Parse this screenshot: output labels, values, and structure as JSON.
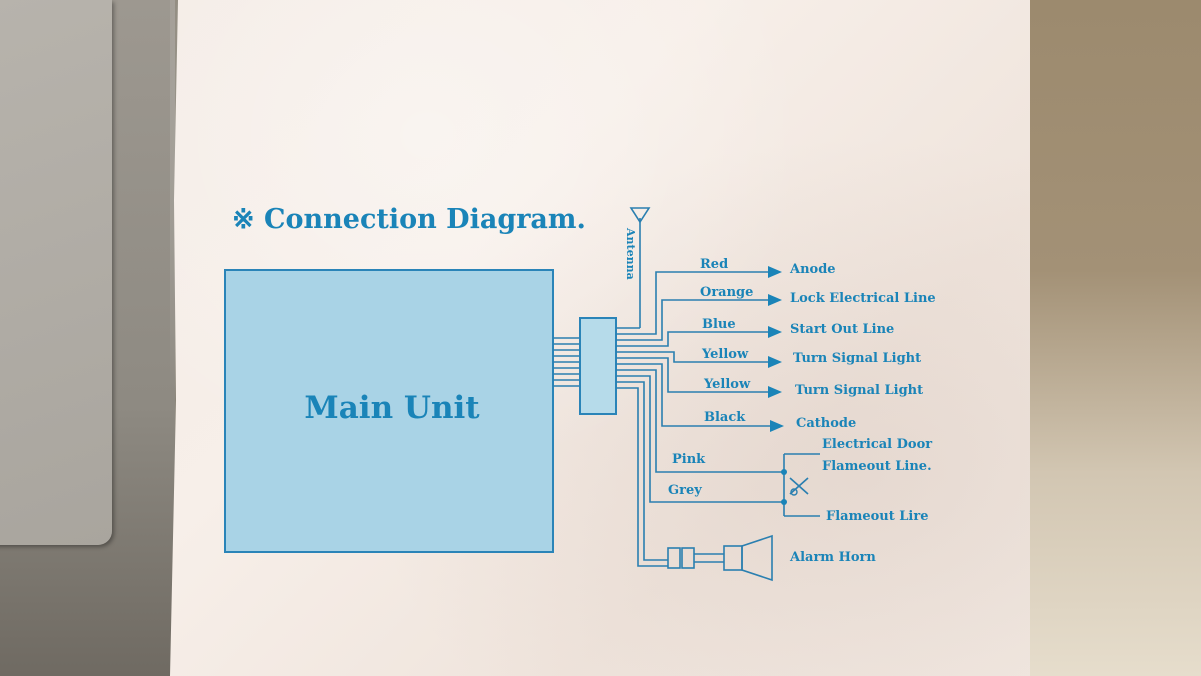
{
  "diagram": {
    "title": "※ Connection Diagram.",
    "main_unit": "Main Unit",
    "antenna": "Antenna",
    "wires": [
      {
        "color": "Red",
        "target": "Anode"
      },
      {
        "color": "Orange",
        "target": "Lock Electrical Line"
      },
      {
        "color": "Blue",
        "target": "Start Out Line"
      },
      {
        "color": "Yellow",
        "target": "Turn Signal Light"
      },
      {
        "color": "Yellow",
        "target": "Turn Signal Light"
      },
      {
        "color": "Black",
        "target": "Cathode"
      }
    ],
    "door_wires": {
      "pink": "Pink",
      "grey": "Grey",
      "target_top_1": "Electrical Door",
      "target_top_2": "Flameout Line.",
      "target_bottom": "Flameout Lire"
    },
    "alarm": "Alarm Horn"
  },
  "colors": {
    "ink": "#1a84b8",
    "box_fill": "#a9d3e6",
    "paper": "#f4ece6"
  }
}
